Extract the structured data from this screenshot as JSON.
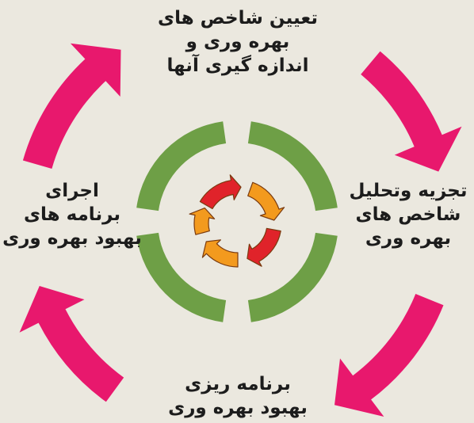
{
  "colors": {
    "background": "#ebe8df",
    "cycle_arrows": "#e8186d",
    "ring": "#6e9f46",
    "recycle_red": "#e0232a",
    "recycle_orange": "#f39a1e"
  },
  "icons": [
    "recycle-icon"
  ],
  "steps": [
    {
      "id": "define-indicators",
      "lines": [
        "تعیین شاخص های",
        "بهره وری و",
        "اندازه گیری آنها"
      ]
    },
    {
      "id": "analyze-indicators",
      "lines": [
        "تجزیه وتحلیل",
        "شاخص های",
        "بهره وری"
      ]
    },
    {
      "id": "plan-improvement",
      "lines": [
        "برنامه ریزی",
        "بهبود بهره وری"
      ]
    },
    {
      "id": "execute-programs",
      "lines": [
        "اجرای",
        "برنامه های",
        "بهبود بهره وری"
      ]
    }
  ]
}
